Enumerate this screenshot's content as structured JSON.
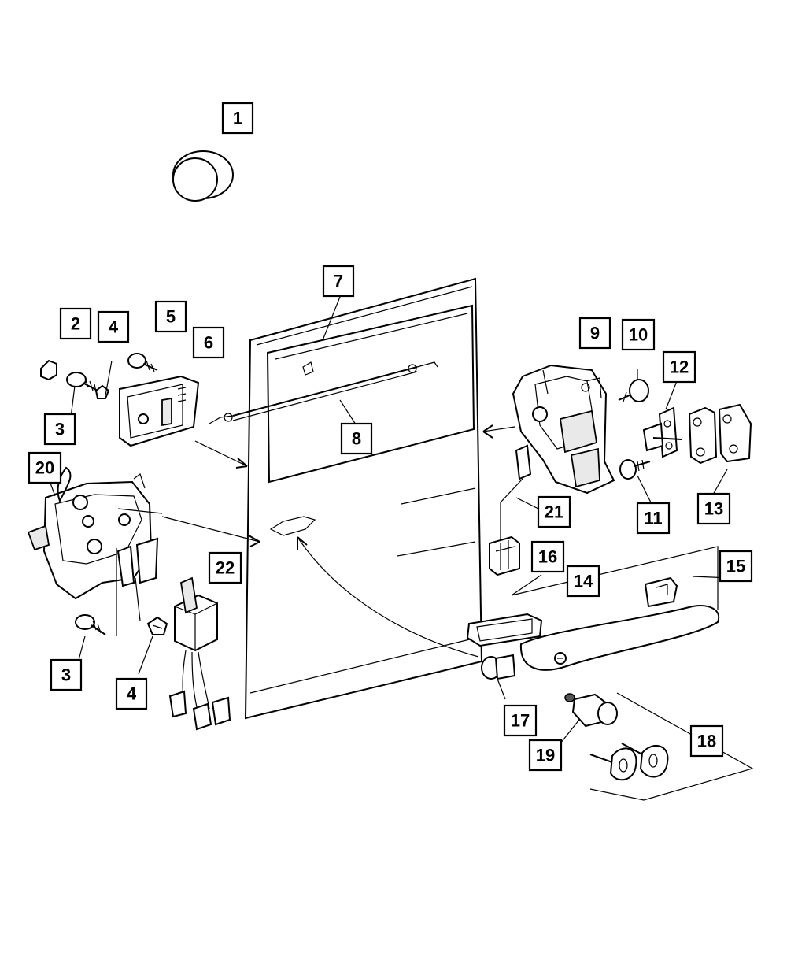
{
  "diagram": {
    "callouts": [
      {
        "id": "c1",
        "label": "1"
      },
      {
        "id": "c2",
        "label": "2"
      },
      {
        "id": "c3a",
        "label": "3"
      },
      {
        "id": "c3b",
        "label": "3"
      },
      {
        "id": "c4a",
        "label": "4"
      },
      {
        "id": "c4b",
        "label": "4"
      },
      {
        "id": "c5",
        "label": "5"
      },
      {
        "id": "c6",
        "label": "6"
      },
      {
        "id": "c7",
        "label": "7"
      },
      {
        "id": "c8",
        "label": "8"
      },
      {
        "id": "c9",
        "label": "9"
      },
      {
        "id": "c10",
        "label": "10"
      },
      {
        "id": "c11",
        "label": "11"
      },
      {
        "id": "c12",
        "label": "12"
      },
      {
        "id": "c13",
        "label": "13"
      },
      {
        "id": "c14",
        "label": "14"
      },
      {
        "id": "c15",
        "label": "15"
      },
      {
        "id": "c16",
        "label": "16"
      },
      {
        "id": "c17",
        "label": "17"
      },
      {
        "id": "c18",
        "label": "18"
      },
      {
        "id": "c19",
        "label": "19"
      },
      {
        "id": "c20",
        "label": "20"
      },
      {
        "id": "c21",
        "label": "21"
      },
      {
        "id": "c22",
        "label": "22"
      }
    ]
  }
}
